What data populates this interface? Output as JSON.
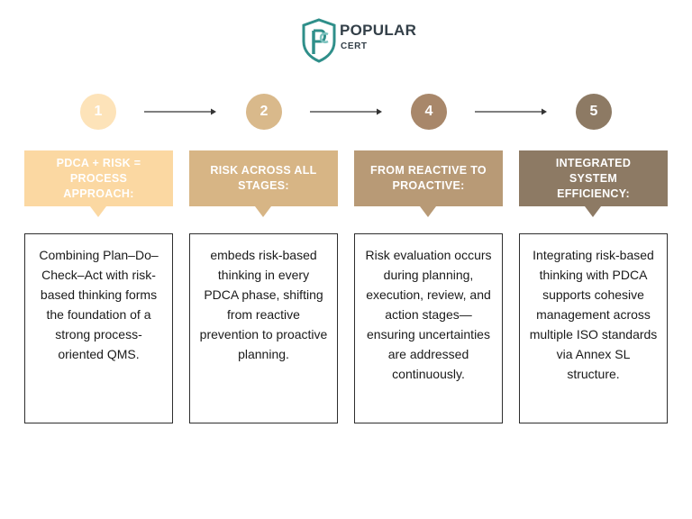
{
  "brand": {
    "name_line1": "POPULAR",
    "name_line2": "CERT",
    "color": "#2f8f8a"
  },
  "colors": {
    "step1": "#fbd8a2",
    "step2": "#d7b585",
    "step3": "#b89a76",
    "step4": "#8d7a64"
  },
  "steps": [
    {
      "number": "1",
      "title": "PDCA + RISK = PROCESS APPROACH:",
      "body": "Combining Plan–Do–Check–Act with risk-based thinking forms the foundation of a strong process-oriented QMS."
    },
    {
      "number": "2",
      "title": "RISK ACROSS ALL STAGES:",
      "body": "embeds risk-based thinking in every PDCA phase, shifting from reactive prevention to proactive planning."
    },
    {
      "number": "4",
      "title": "FROM REACTIVE TO PROACTIVE:",
      "body": "Risk evaluation occurs during planning, execution, review, and action stages—ensuring uncertainties are addressed continuously."
    },
    {
      "number": "5",
      "title": "INTEGRATED SYSTEM EFFICIENCY:",
      "body": "Integrating risk-based thinking with PDCA supports cohesive management across multiple ISO standards via Annex SL structure."
    }
  ]
}
